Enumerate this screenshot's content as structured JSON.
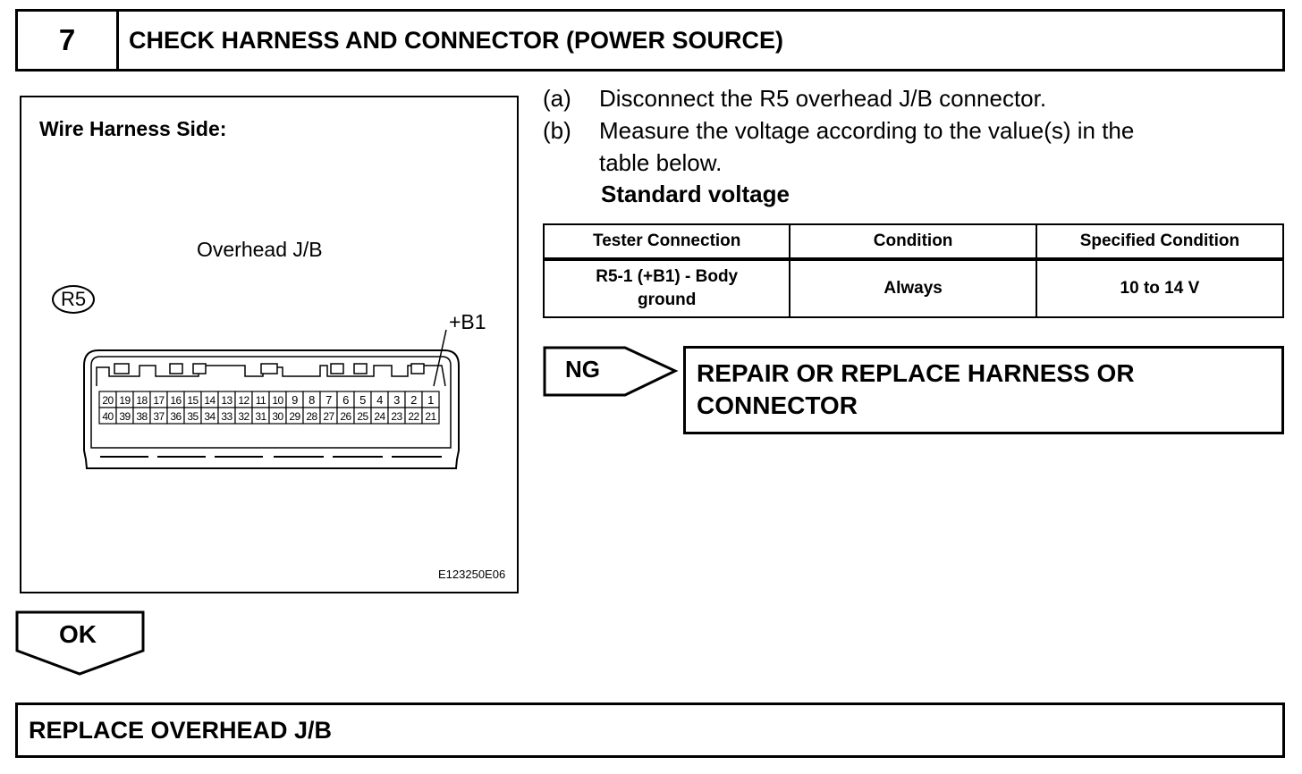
{
  "step": {
    "number": "7",
    "title": "CHECK HARNESS AND CONNECTOR (POWER SOURCE)"
  },
  "figure": {
    "title": "Wire Harness Side:",
    "connector_name": "Overhead J/B",
    "connector_code": "R5",
    "pin_callout": "+B1",
    "figure_id": "E123250E06",
    "pins_top_row": [
      "20",
      "19",
      "18",
      "17",
      "16",
      "15",
      "14",
      "13",
      "12",
      "11",
      "10",
      "9",
      "8",
      "7",
      "6",
      "5",
      "4",
      "3",
      "2",
      "1"
    ],
    "pins_bottom_row": [
      "40",
      "39",
      "38",
      "37",
      "36",
      "35",
      "34",
      "33",
      "32",
      "31",
      "30",
      "29",
      "28",
      "27",
      "26",
      "25",
      "24",
      "23",
      "22",
      "21"
    ]
  },
  "instructions": [
    {
      "label": "(a)",
      "lines": [
        "Disconnect the R5 overhead J/B connector."
      ]
    },
    {
      "label": "(b)",
      "lines": [
        "Measure the voltage according to the value(s) in the",
        "table below."
      ]
    }
  ],
  "standard_label": "Standard voltage",
  "table": {
    "headers": [
      "Tester Connection",
      "Condition",
      "Specified Condition"
    ],
    "rows": [
      {
        "tester": "R5-1 (+B1) - Body ground",
        "condition": "Always",
        "specified": "10 to 14 V"
      }
    ]
  },
  "ng": {
    "label": "NG",
    "result_line1": "REPAIR OR REPLACE HARNESS OR",
    "result_line2": "CONNECTOR"
  },
  "ok": {
    "label": "OK",
    "result": "REPLACE OVERHEAD J/B"
  }
}
